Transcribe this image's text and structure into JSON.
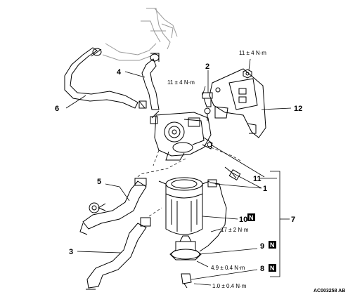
{
  "callouts": {
    "c1": "1",
    "c2": "2",
    "c3": "3",
    "c4": "4",
    "c5": "5",
    "c6": "6",
    "c7": "7",
    "c8": "8",
    "c9": "9",
    "c10": "10",
    "c11": "11",
    "c12": "12"
  },
  "torques": {
    "bracket_bolt": "11 ± 4 N·m",
    "pump_bolt": "11 ± 4 N·m",
    "filter": "17 ± 2 N·m",
    "sensor": "4.9 ± 0.4 N·m",
    "drain_plug": "1.0 ± 0.4 N·m"
  },
  "badges": {
    "b8": "N",
    "b9": "N",
    "b10": "N"
  },
  "figure_code": "AC003258 AB"
}
